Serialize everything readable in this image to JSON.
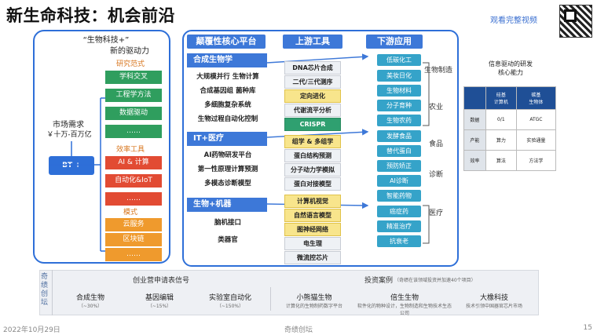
{
  "title": "新生命科技：机会前沿",
  "watch_link": "观看完整视频",
  "left": {
    "quote": "“生物科技+”",
    "drive": "新的驱动力",
    "paradigm": "研究范式",
    "paradigm_items": [
      "学科交叉",
      "工程学方法",
      "数据驱动",
      "……"
    ],
    "market": "市场需求",
    "market_size": "￥十万-百万亿",
    "bt": "BT +",
    "tools": "效率工具",
    "tools_items": [
      "AI & 计算",
      "自动化&IoT",
      "……"
    ],
    "mode": "模式",
    "mode_items": [
      "云服务",
      "区块链",
      "……"
    ]
  },
  "core": {
    "header": "颠覆性核心平台",
    "sections": [
      {
        "title": "合成生物学",
        "items": [
          "大规模并行 生物计算",
          "合成基因组 菌种库",
          "多细胞复杂系统",
          "生物过程自动化控制"
        ]
      },
      {
        "title": "IT+医疗",
        "items": [
          "AI药物研发平台",
          "第一性原理计算预测",
          "多模态诊断模型"
        ]
      },
      {
        "title": "生物+机器",
        "items": [
          "脑机接口",
          "类器官"
        ]
      }
    ]
  },
  "upstream": {
    "header": "上游工具",
    "items": [
      "DNA芯片合成",
      "二代/三代测序",
      "定向进化",
      "代谢流平分析",
      "CRISPR",
      "组学 & 多组学",
      "蛋白结构预测",
      "分子动力学模拟",
      "蛋白对接模型",
      "计算机视觉",
      "自然语言模型",
      "图神经网络",
      "电生理",
      "微流控芯片"
    ]
  },
  "downstream": {
    "header": "下游应用",
    "items": [
      "低碳化工",
      "美妆日化",
      "生物材料",
      "分子育种",
      "生物农药",
      "发酵食品",
      "替代蛋白",
      "预防矫正",
      "AI诊断",
      "智能药物",
      "癌症药",
      "精准治疗",
      "抗衰老"
    ],
    "industries": [
      "生物制造",
      "农业",
      "食品",
      "诊断",
      "医疗"
    ]
  },
  "table": {
    "title_line1": "信息驱动的研发",
    "title_line2": "核心能力",
    "head": [
      "",
      "硅基\n计算机",
      "碳基\n生物体"
    ],
    "rows": [
      [
        "数据",
        "0/1",
        "ATGC"
      ],
      [
        "产能",
        "算力",
        "实验通量"
      ],
      [
        "效率",
        "算法",
        "方法学"
      ]
    ]
  },
  "bottom": {
    "label": "奇绩创坛",
    "signal_title": "创业营申请表信号",
    "case_title": "投资案例",
    "case_note": "（奇绩在该领域投资并加速40个项目）",
    "signals": [
      {
        "name": "合成生物",
        "note": "（~30%）"
      },
      {
        "name": "基因编辑",
        "note": "（~15%）"
      },
      {
        "name": "实验室自动化",
        "note": "（~150%）"
      }
    ],
    "cases": [
      {
        "name": "小熊猫生物",
        "desc": "计算化的生物制药数字平台"
      },
      {
        "name": "倍生生物",
        "desc": "软件化的物种设计，生物制造和生物技术生态公司"
      },
      {
        "name": "大橡科技",
        "desc": "技术引领中国器官芯片市场"
      }
    ]
  },
  "footer": {
    "date": "2022年10月29日",
    "center": "奇绩创坛",
    "page": "15"
  }
}
